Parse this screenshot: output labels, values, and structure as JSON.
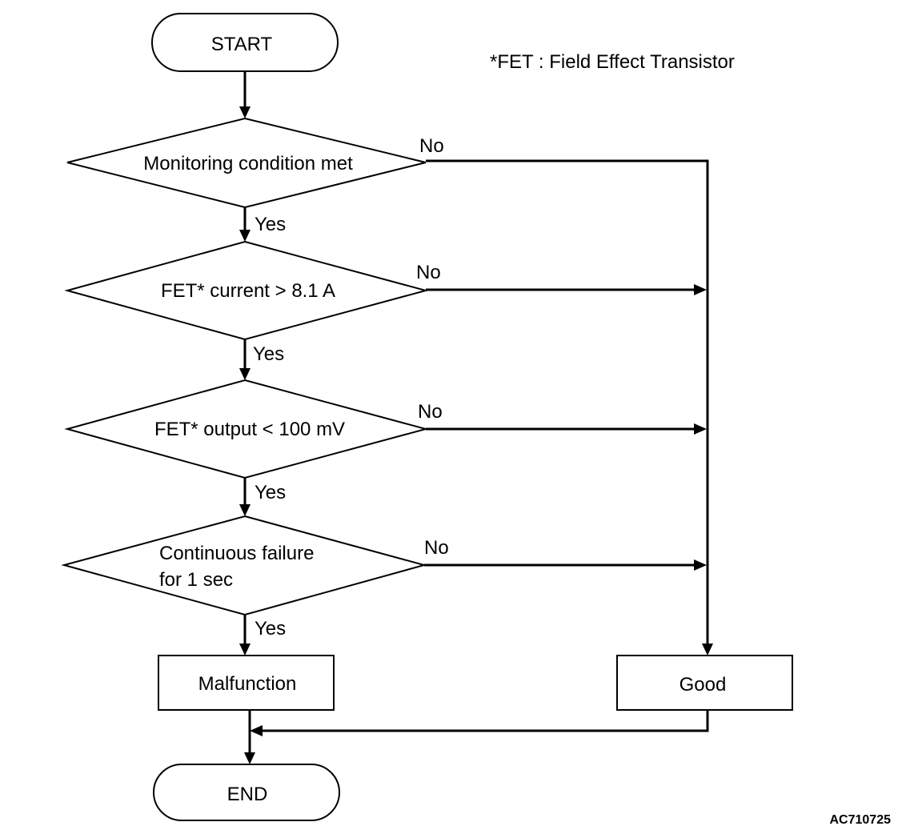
{
  "note": "*FET : Field Effect Transistor",
  "figure_id": "AC710725",
  "nodes": {
    "start": "START",
    "end": "END",
    "decision1": "Monitoring condition met",
    "decision2": "FET* current > 8.1 A",
    "decision3": "FET* output < 100 mV",
    "decision4_line1": "Continuous failure",
    "decision4_line2": "for 1 sec",
    "malfunction": "Malfunction",
    "good": "Good"
  },
  "labels": {
    "yes": "Yes",
    "no": "No"
  }
}
